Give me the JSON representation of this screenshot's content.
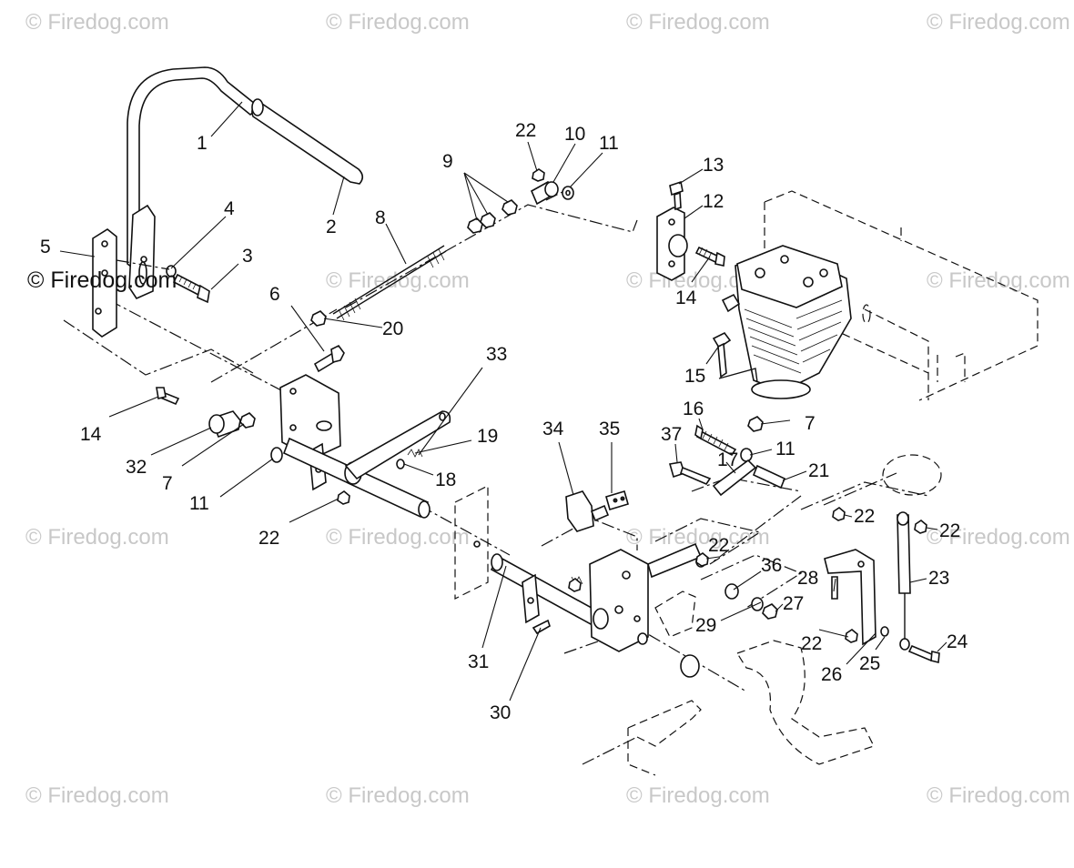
{
  "watermark": {
    "text": "© Firedog.com",
    "prominent_text": "© Firedog.com"
  },
  "callouts": {
    "c1": "1",
    "c2": "2",
    "c3": "3",
    "c4": "4",
    "c5": "5",
    "c6": "6",
    "c7a": "7",
    "c7b": "7",
    "c8": "8",
    "c9": "9",
    "c10": "10",
    "c11a": "11",
    "c11b": "11",
    "c11c": "11",
    "c12": "12",
    "c13": "13",
    "c14a": "14",
    "c14b": "14",
    "c15": "15",
    "c16": "16",
    "c17": "17",
    "c18": "18",
    "c19": "19",
    "c20": "20",
    "c21": "21",
    "c22a": "22",
    "c22b": "22",
    "c22c": "22",
    "c22d": "22",
    "c22e": "22",
    "c22f": "22",
    "c23": "23",
    "c24": "24",
    "c25": "25",
    "c26": "26",
    "c27": "27",
    "c28": "28",
    "c29": "29",
    "c30": "30",
    "c31": "31",
    "c32": "32",
    "c33": "33",
    "c34": "34",
    "c35": "35",
    "c36": "36",
    "c37": "37"
  }
}
